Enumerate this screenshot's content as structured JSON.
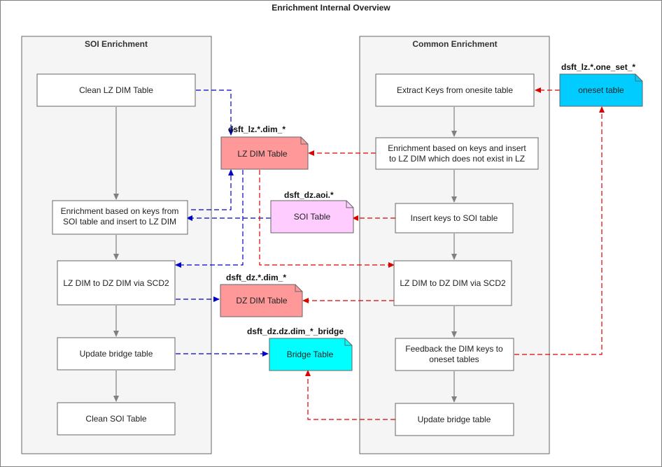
{
  "title": "Enrichment Internal Overview",
  "groups": {
    "soi": {
      "label": "SOI Enrichment"
    },
    "common": {
      "label": "Common Enrichment"
    }
  },
  "processes": {
    "soi_clean_lz": [
      "Clean LZ DIM Table"
    ],
    "soi_enrich": [
      "Enrichment based on keys from",
      "SOI table and insert to LZ DIM"
    ],
    "soi_scd2": [
      "LZ DIM to DZ DIM via SCD2"
    ],
    "soi_update_bridge": [
      "Update bridge table"
    ],
    "soi_clean_soi": [
      "Clean SOI Table"
    ],
    "c_extract": [
      "Extract Keys from onesite table"
    ],
    "c_enrich": [
      "Enrichment based on keys and insert",
      "to LZ DIM which does not exist in LZ"
    ],
    "c_insert_soi": [
      "Insert keys to SOI table"
    ],
    "c_scd2": [
      "LZ DIM to DZ DIM via SCD2"
    ],
    "c_feedback": [
      "Feedback the DIM keys to",
      "oneset tables"
    ],
    "c_update_bridge": [
      "Update bridge table"
    ]
  },
  "tables": {
    "lz_dim": {
      "label": "LZ DIM Table",
      "pattern": "dsft_lz.*.dim_*",
      "color": "#ff9999"
    },
    "soi": {
      "label": "SOI Table",
      "pattern": "dsft_dz.aoi.*",
      "color": "#ffccff"
    },
    "dz_dim": {
      "label": "DZ DIM Table",
      "pattern": "dsft_dz.*.dim_*",
      "color": "#ff9999"
    },
    "bridge": {
      "label": "Bridge Table",
      "pattern": "dsft_dz.dz.dim_*_bridge",
      "color": "#00ffff"
    },
    "oneset": {
      "label": "oneset table",
      "pattern": "dsft_lz.*.one_set_*",
      "color": "#00ccff"
    }
  },
  "colors": {
    "blue_flow": "#0000cc",
    "red_flow": "#dd0000",
    "grey_flow": "#808080",
    "group_fill": "#f5f5f5",
    "group_border": "#666666"
  }
}
